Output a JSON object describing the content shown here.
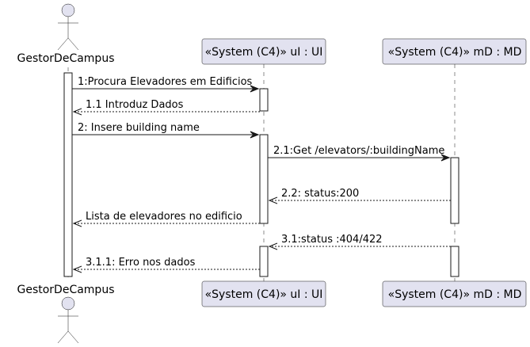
{
  "participants": {
    "actor": "GestorDeCampus",
    "ui": "«System (C4)» uI : UI",
    "md": "«System (C4)» mD : MD"
  },
  "messages": [
    {
      "text": "1:Procura Elevadores em Edificios",
      "style": "solid"
    },
    {
      "text": "1.1 Introduz Dados",
      "style": "dashed"
    },
    {
      "text": "2: Insere building name",
      "style": "solid"
    },
    {
      "text": "2.1:Get /elevators/:buildingName",
      "style": "solid"
    },
    {
      "text": "2.2: status:200",
      "style": "dashed"
    },
    {
      "text": "Lista de elevadores no edificio",
      "style": "dashed"
    },
    {
      "text": "3.1:status :404/422",
      "style": "dashed"
    },
    {
      "text": "3.1.1: Erro nos dados",
      "style": "dashed"
    }
  ],
  "colors": {
    "participant_fill": "#E2E2F0",
    "line": "#181818"
  }
}
